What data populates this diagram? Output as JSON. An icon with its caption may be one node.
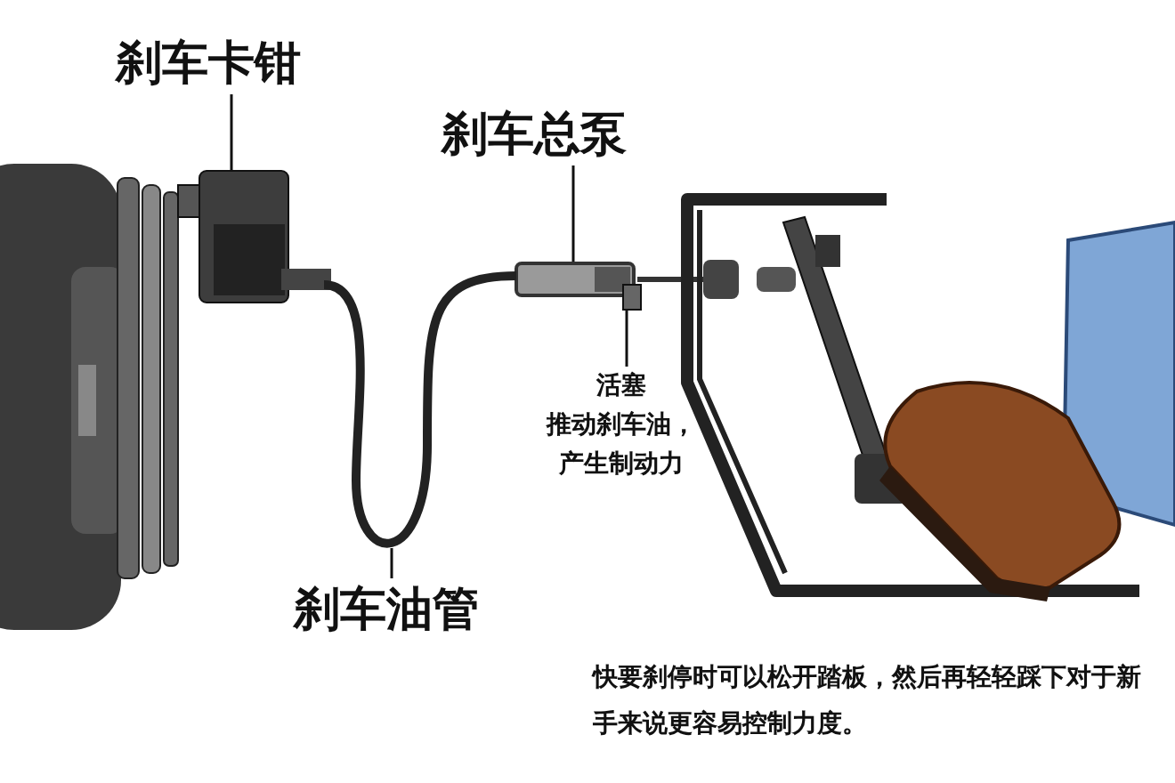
{
  "diagram": {
    "nodes": [
      {
        "text": [
          "刹车卡钳"
        ]
      },
      {
        "text": [],
        "shape": "picture"
      },
      {
        "text": [
          "刹车总泵"
        ]
      },
      {
        "text": [],
        "shape": "picture"
      },
      {
        "text": [
          "活塞",
          "推动刹车油，产生制动力"
        ]
      },
      {
        "text": [],
        "shape": "picture"
      },
      {
        "text": [
          "刹车油管"
        ]
      },
      {
        "text": [],
        "shape": "picture"
      }
    ],
    "edges": [
      {
        "from": 0,
        "to": 1,
        "arrow": "none"
      },
      {
        "from": 2,
        "to": 3,
        "arrow": "none"
      },
      {
        "from": 4,
        "to": 5,
        "arrow": "none"
      },
      {
        "from": 6,
        "to": 7,
        "arrow": "none"
      }
    ],
    "labels": [
      "快要刹停时可以松开踏板，然后再轻轻踩下对于新手来说更容易控制力度。"
    ]
  }
}
